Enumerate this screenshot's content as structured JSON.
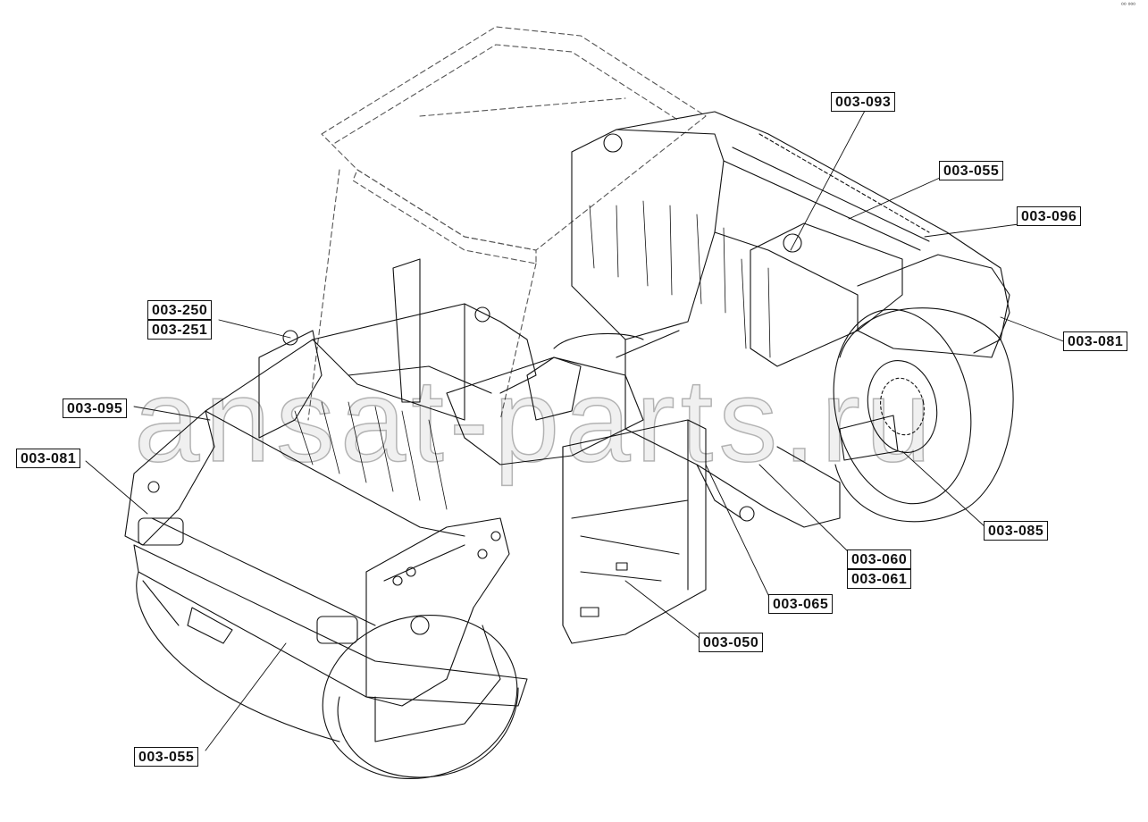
{
  "watermark": "ansat-parts.ru",
  "corner_code": "⁰⁰ ⁰⁰⁰",
  "callouts": [
    {
      "id": "c-093",
      "label": "003-093"
    },
    {
      "id": "c-055a",
      "label": "003-055"
    },
    {
      "id": "c-096",
      "label": "003-096"
    },
    {
      "id": "c-081a",
      "label": "003-081"
    },
    {
      "id": "c-250",
      "label": "003-250"
    },
    {
      "id": "c-251",
      "label": "003-251"
    },
    {
      "id": "c-095",
      "label": "003-095"
    },
    {
      "id": "c-081b",
      "label": "003-081"
    },
    {
      "id": "c-085",
      "label": "003-085"
    },
    {
      "id": "c-060",
      "label": "003-060"
    },
    {
      "id": "c-061",
      "label": "003-061"
    },
    {
      "id": "c-065",
      "label": "003-065"
    },
    {
      "id": "c-050",
      "label": "003-050"
    },
    {
      "id": "c-055b",
      "label": "003-055"
    }
  ]
}
